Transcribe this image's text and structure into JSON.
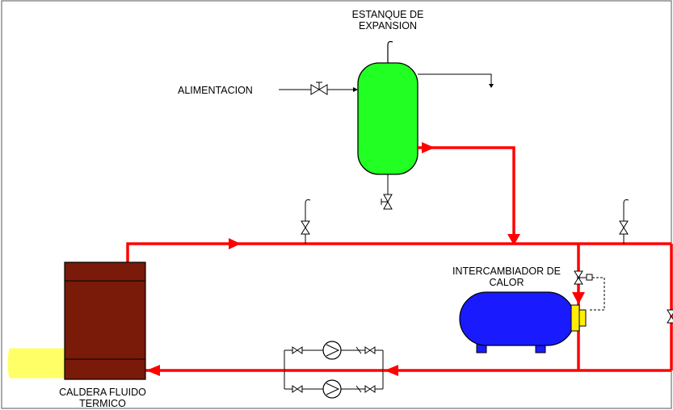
{
  "labels": {
    "tank_line1": "ESTANQUE DE",
    "tank_line2": "EXPANSION",
    "feed": "ALIMENTACION",
    "hx_line1": "INTERCAMBIADOR DE",
    "hx_line2": "CALOR",
    "boiler_line1": "CALDERA FLUIDO",
    "boiler_line2": "TERMICO"
  },
  "colors": {
    "pipe_hot": "#ff0000",
    "tank": "#22ff22",
    "boiler": "#7a1a08",
    "burner": "#ffff66",
    "exchanger": "#1a1aff",
    "exchanger_cap": "#ffee00",
    "line": "#000000",
    "frame": "#555555"
  },
  "icons": [
    "valve-icon",
    "pump-icon",
    "check-valve-icon",
    "vent-icon",
    "flow-arrow-icon",
    "drain-arrow-icon"
  ]
}
